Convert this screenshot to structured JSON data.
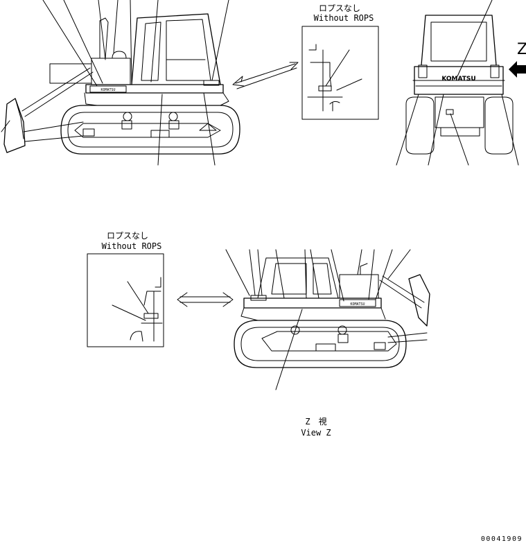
{
  "labels": {
    "rops_jp_top": "ロプスなし",
    "rops_en_top": "Without ROPS",
    "rops_jp_bottom": "ロプスなし",
    "rops_en_bottom": "Without ROPS",
    "view_jp": "Z　視",
    "view_en": "View Z",
    "view_marker": "Z",
    "brand_side_top": "KOMATSU",
    "brand_rear": "KOMATSU",
    "brand_side_bottom": "KOMATSU",
    "drawing_code": "00041909"
  }
}
